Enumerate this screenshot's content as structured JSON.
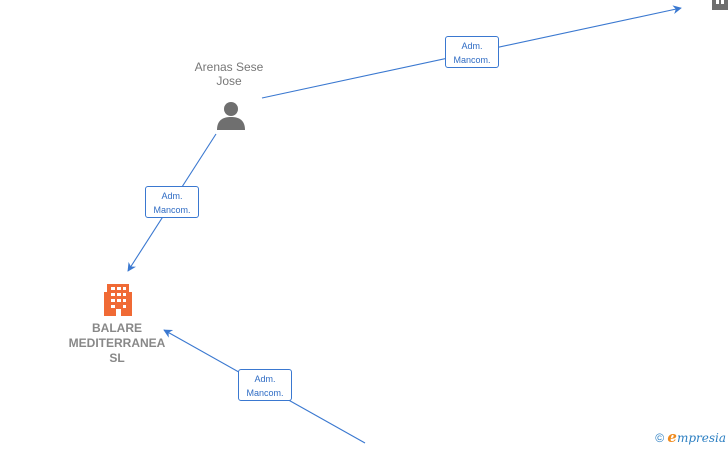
{
  "nodes": {
    "person": {
      "name_line1": "Arenas Sese",
      "name_line2": "Jose",
      "icon": "person-icon"
    },
    "company": {
      "name_line1": "BALARE",
      "name_line2": "MEDITERRANEA",
      "name_line3": "SL",
      "icon": "building-icon",
      "color": "#f06a35"
    }
  },
  "edges": [
    {
      "label_line1": "Adm.",
      "label_line2": "Mancom."
    },
    {
      "label_line1": "Adm.",
      "label_line2": "Mancom."
    },
    {
      "label_line1": "Adm.",
      "label_line2": "Mancom."
    }
  ],
  "colors": {
    "edge": "#3a78d0",
    "person_icon": "#6f6f6f",
    "building_icon": "#f06a35"
  },
  "watermark": {
    "copyright": "©",
    "brand_first": "e",
    "brand_rest": "mpresia"
  }
}
